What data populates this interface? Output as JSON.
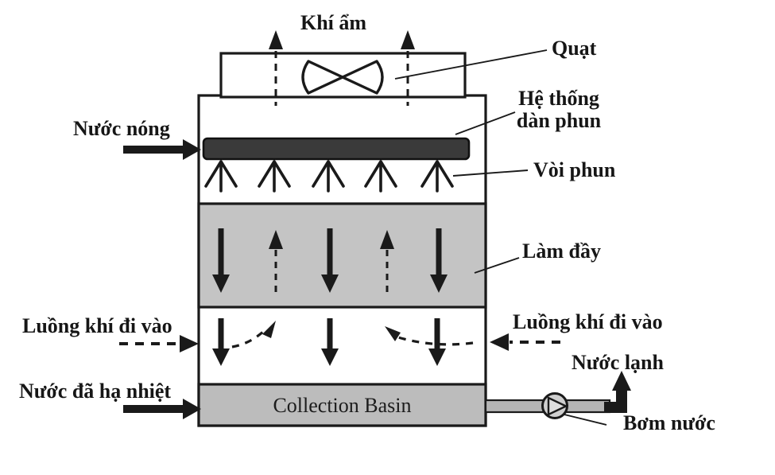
{
  "diagram_type": "cooling-tower-schematic",
  "labels": {
    "humid_air": "Khí ẩm",
    "fan": "Quạt",
    "spray_system_line1": "Hệ thống",
    "spray_system_line2": "dàn phun",
    "hot_water": "Nước nóng",
    "spray_nozzle": "Vòi phun",
    "fill": "Làm đầy",
    "air_inlet_left": "Luồng khí đi vào",
    "air_inlet_right": "Luồng khí đi vào",
    "cold_water": "Nước lạnh",
    "cooled_water": "Nước đã hạ nhiệt",
    "collection_basin": "Collection Basin",
    "water_pump": "Bơm nước"
  },
  "colors": {
    "line": "#1a1a1a",
    "fill_section_gray": "#c4c4c4",
    "basin_gray": "#bcbcbc",
    "pipe_gray": "#b5b5b5",
    "spray_header_dark": "#3a3a3a",
    "background": "#ffffff"
  }
}
